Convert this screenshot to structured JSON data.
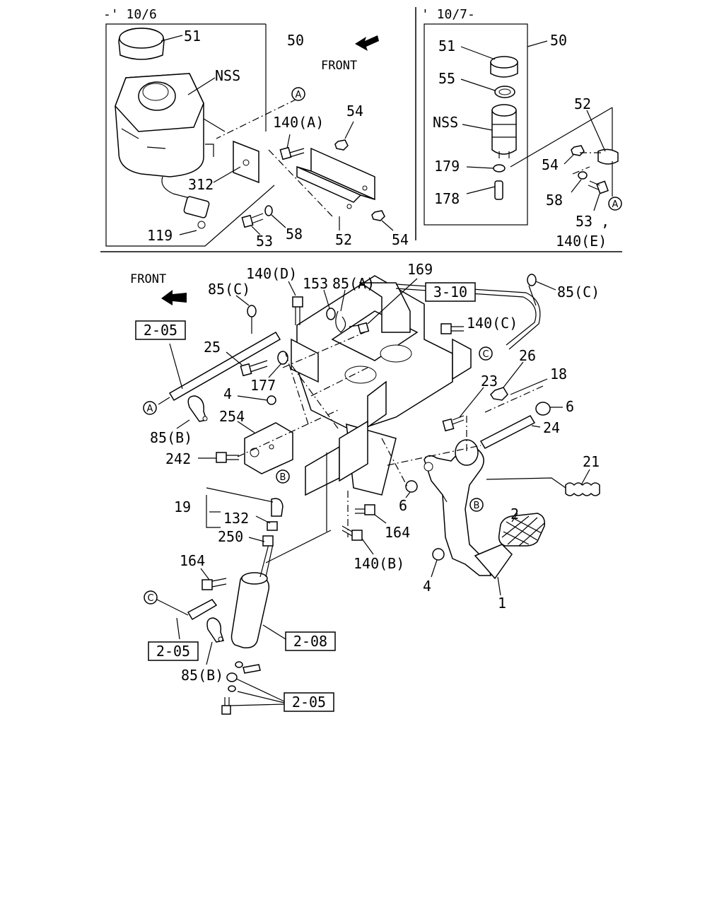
{
  "top_left_panel": {
    "period_label": "-' 10/6",
    "front_label": "FRONT",
    "callouts": [
      "51",
      "50",
      "NSS",
      "140(A)",
      "54",
      "312",
      "119",
      "53",
      "58",
      "52",
      "54"
    ],
    "circle_markers": [
      "A"
    ]
  },
  "top_right_panel": {
    "period_label": "' 10/7-",
    "callouts": [
      "51",
      "50",
      "55",
      "NSS",
      "52",
      "179",
      "54",
      "178",
      "58",
      "53 ,",
      "140(E)"
    ],
    "circle_markers": [
      "A"
    ]
  },
  "main_assembly": {
    "front_label": "FRONT",
    "callouts": [
      "140(D)",
      "169",
      "85(A)",
      "153",
      "85(C)",
      "85(C)",
      "140(C)",
      "25",
      "177",
      "26",
      "18",
      "23",
      "4",
      "6",
      "24",
      "254",
      "85(B)",
      "242",
      "21",
      "2",
      "6",
      "19",
      "132",
      "250",
      "164",
      "164",
      "140(B)",
      "4",
      "1",
      "85(B)"
    ],
    "reference_boxes": [
      "3-10",
      "2-05",
      "2-05",
      "2-08",
      "2-05"
    ],
    "circle_markers": [
      "A",
      "C",
      "B",
      "B",
      "C"
    ]
  }
}
